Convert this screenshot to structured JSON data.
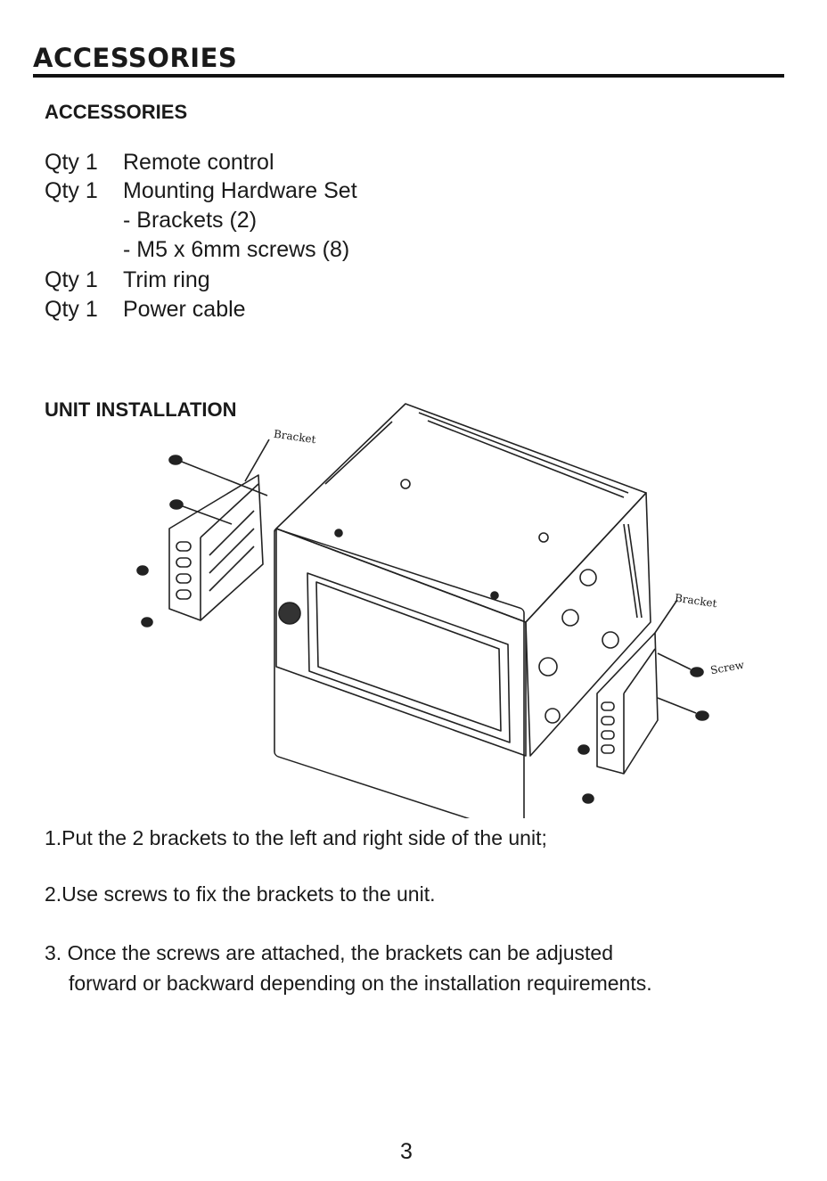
{
  "page": {
    "title": "ACCESSORIES",
    "page_number": "3"
  },
  "accessories": {
    "heading": "ACCESSORIES",
    "items": [
      {
        "qty": "Qty 1",
        "name": "Remote control"
      },
      {
        "qty": "Qty 1",
        "name": "Mounting Hardware Set"
      },
      {
        "qty": "",
        "name": "- Brackets (2)"
      },
      {
        "qty": "",
        "name": "- M5 x 6mm screws (8)"
      },
      {
        "qty": "Qty 1",
        "name": "Trim ring"
      },
      {
        "qty": "Qty 1",
        "name": "Power cable"
      }
    ]
  },
  "installation": {
    "heading": "UNIT INSTALLATION",
    "labels": {
      "bracket_left": "Bracket",
      "bracket_right": "Bracket",
      "screw": "Screw"
    },
    "steps": [
      "1.Put the 2 brackets to the left and right side of the unit;",
      "2.Use screws to fix the brackets to the unit.",
      "3. Once the screws are attached, the brackets can be adjusted",
      "forward or backward depending on the installation requirements."
    ]
  }
}
